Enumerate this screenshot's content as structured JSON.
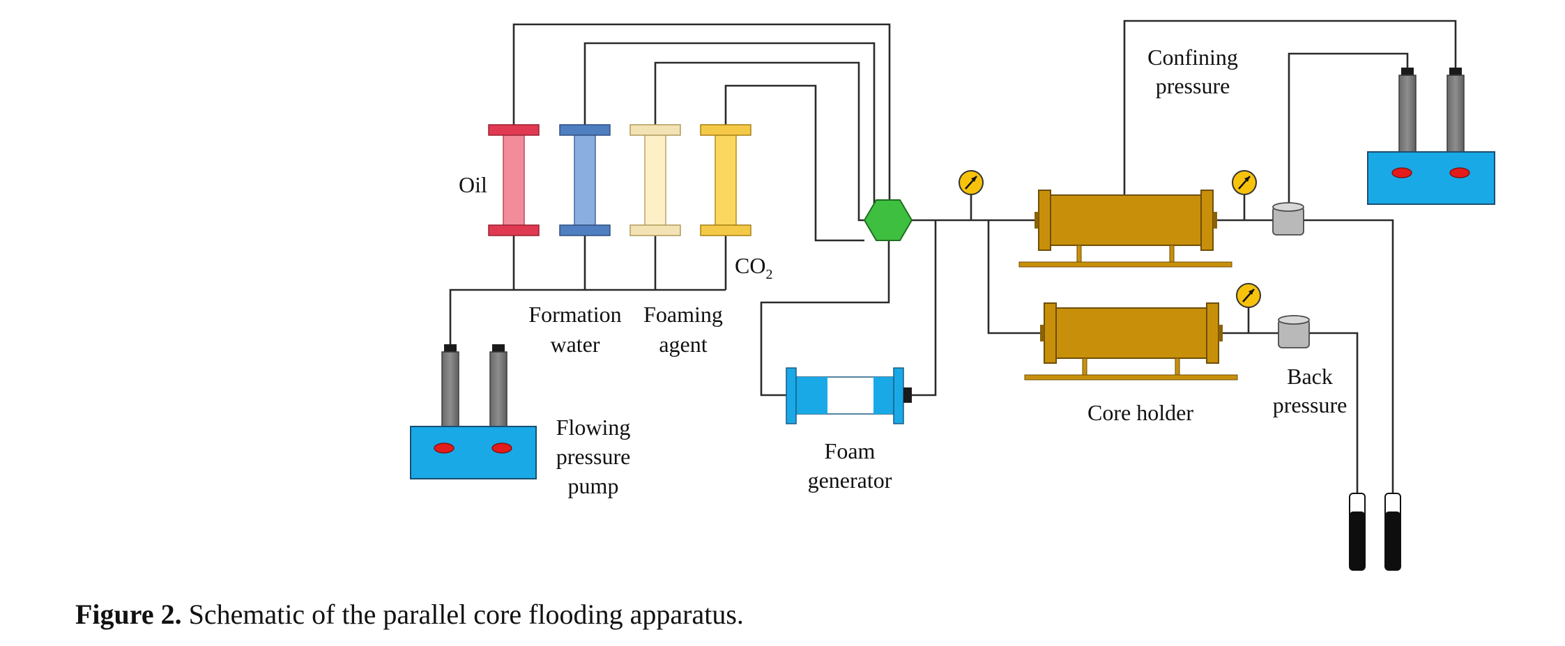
{
  "labels": {
    "oil": "Oil",
    "co2_main": "CO",
    "co2_sub": "2",
    "formation": "Formation",
    "water": "water",
    "foaming": "Foaming",
    "agent": "agent",
    "flowing": "Flowing",
    "pressure_1": "pressure",
    "pump": "pump",
    "foam": "Foam",
    "generator": "generator",
    "core_holder": "Core holder",
    "back": "Back",
    "pressure_2": "pressure",
    "confining": "Confining",
    "pressure_3": "pressure"
  },
  "caption": {
    "figure_label": "Figure 2.",
    "text": "Schematic of the parallel core flooding apparatus."
  },
  "colors": {
    "oil": "#f28c9b",
    "oil_cap": "#e03a52",
    "water": "#8aaee0",
    "water_cap": "#4f7fc0",
    "foaming_agent": "#fdf0c6",
    "foaming_agent_cap": "#e9d8a2",
    "co2": "#fbd760",
    "co2_cap": "#e8b940",
    "pump_box": "#19a9e6",
    "pump_dot": "#e41b1b",
    "core": "#c8900a",
    "core_dark": "#8a6208",
    "gauge": "#f6c20c",
    "valve": "#3fbf3f",
    "foam_gen": "#19a9e6",
    "regulator": "#b9b9b9"
  }
}
